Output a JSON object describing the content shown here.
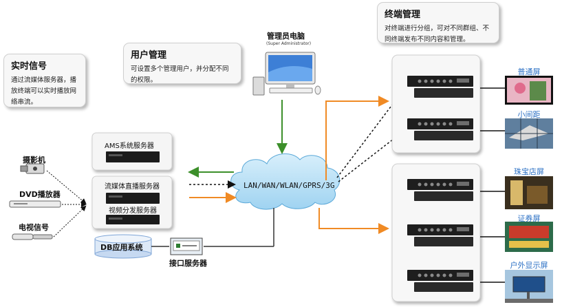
{
  "callouts": {
    "realtime": {
      "title": "实时信号",
      "desc": "通过流媒体服务器，播放终端可以实时播放网络串流。"
    },
    "user_mgmt": {
      "title": "用户管理",
      "desc": "可设置多个管理用户，并分配不同的权限。"
    },
    "terminal_mgmt": {
      "title": "终端管理",
      "desc": "对终端进行分组，可对不同群组、不同终端发布不同内容和管理。"
    }
  },
  "admin": {
    "title": "管理员电脑",
    "subtitle": "(Super Administrator)"
  },
  "sources": {
    "camera": "摄影机",
    "dvd": "DVD播放器",
    "tv": "电视信号"
  },
  "servers": {
    "ams": "AMS系统服务器",
    "stream": "流媒体直播服务器",
    "video": "视频分发服务器"
  },
  "db": "DB应用系统",
  "interface_server": "接口服务器",
  "network": "LAN/WAN/WLAN/GPRS/3G",
  "screens": [
    "普通屏",
    "小间距",
    "珠宝店屏",
    "证券屏",
    "户外显示屏"
  ],
  "colors": {
    "green": "#3c8f2a",
    "orange": "#f08a24",
    "blue_text": "#2a6fc4",
    "cloud": "#bfe3f7"
  }
}
